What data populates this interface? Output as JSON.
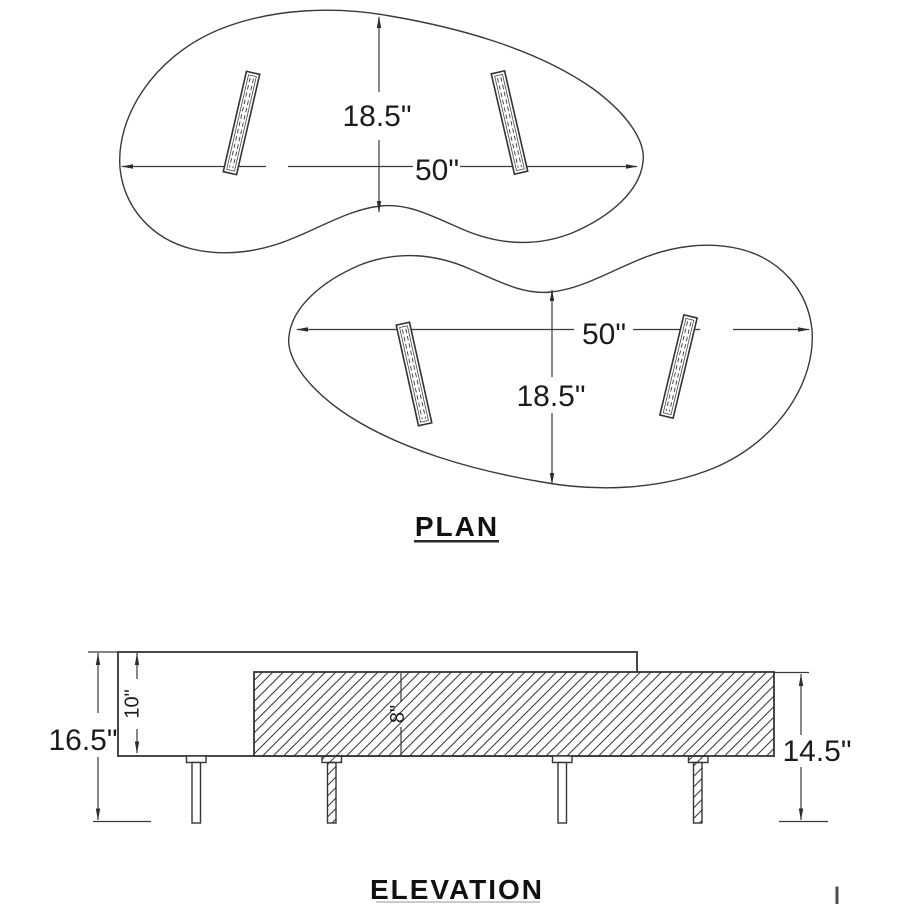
{
  "document": {
    "type": "furniture shop drawing",
    "views": [
      "PLAN",
      "ELEVATION"
    ]
  },
  "colors": {
    "background": "#ffffff",
    "line": "#3a3a3a",
    "text": "#1c1c1c",
    "plan_underline": "#2a2a2a",
    "elevation_underline": "#cccccc",
    "scroll_artifact": "#4d4d4d"
  },
  "plan": {
    "label": "PLAN",
    "top_table": {
      "width_dim": "50\"",
      "depth_dim": "18.5\""
    },
    "bottom_table": {
      "width_dim": "50\"",
      "depth_dim": "18.5\""
    }
  },
  "elevation": {
    "label": "ELEVATION",
    "overall_height_dim": "16.5\"",
    "top_section_dim": "10\"",
    "lower_overall_dim": "14.5\"",
    "lower_section_dim": "8\""
  }
}
